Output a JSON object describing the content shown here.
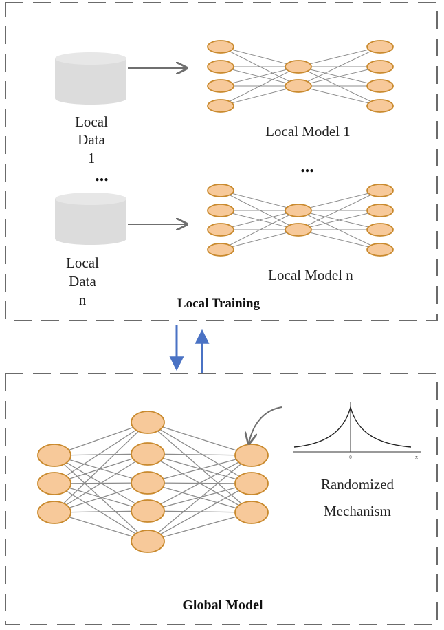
{
  "local_section": {
    "label": "Local Training",
    "data_1": {
      "lines": [
        "Local",
        "Data",
        "1"
      ]
    },
    "data_n": {
      "lines": [
        "Local",
        "Data",
        "n"
      ]
    },
    "data_ellipsis": "...",
    "model_1_label": "Local Model 1",
    "model_n_label": "Local Model n",
    "model_ellipsis": "..."
  },
  "global_section": {
    "label": "Global Model",
    "mechanism": {
      "lines": [
        "Randomized",
        "Mechanism"
      ]
    },
    "plot_axis_labels": [
      "0",
      "x"
    ]
  },
  "colors": {
    "node_fill": "#f7c99a",
    "node_stroke": "#c98a2e",
    "edge": "#8c8c8c",
    "dashed_border": "#6b6b6b",
    "database": "#dcdcdc",
    "exchange_arrow": "#4a72c4"
  }
}
